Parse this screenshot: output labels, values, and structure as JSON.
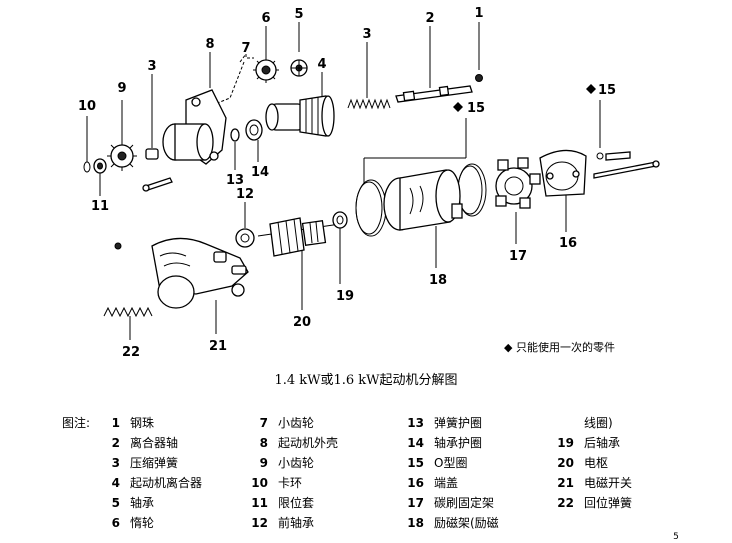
{
  "callouts": {
    "c1": "1",
    "c2": "2",
    "c3a": "3",
    "c3b": "3",
    "c4": "4",
    "c5": "5",
    "c6": "6",
    "c7": "7",
    "c8": "8",
    "c9": "9",
    "c10": "10",
    "c11": "11",
    "c12": "12",
    "c13": "13",
    "c14": "14",
    "c15a": "15",
    "c15b": "15",
    "c16": "16",
    "c17": "17",
    "c18": "18",
    "c19": "19",
    "c20": "20",
    "c21": "21",
    "c22": "22"
  },
  "note": "◆ 只能使用一次的零件",
  "caption": "1.4 kW或1.6 kW起动机分解图",
  "legend": {
    "title": "图注:",
    "items": [
      {
        "num": "1",
        "name": "钢珠"
      },
      {
        "num": "2",
        "name": "离合器轴"
      },
      {
        "num": "3",
        "name": "压缩弹簧"
      },
      {
        "num": "4",
        "name": "起动机离合器"
      },
      {
        "num": "5",
        "name": "轴承"
      },
      {
        "num": "6",
        "name": "惰轮"
      },
      {
        "num": "7",
        "name": "小齿轮"
      },
      {
        "num": "8",
        "name": "起动机外壳"
      },
      {
        "num": "9",
        "name": "小齿轮"
      },
      {
        "num": "10",
        "name": "卡环"
      },
      {
        "num": "11",
        "name": "限位套"
      },
      {
        "num": "12",
        "name": "前轴承"
      },
      {
        "num": "13",
        "name": "弹簧护圈"
      },
      {
        "num": "14",
        "name": "轴承护圈"
      },
      {
        "num": "15",
        "name": "O型圈"
      },
      {
        "num": "16",
        "name": "端盖"
      },
      {
        "num": "17",
        "name": "碳刷固定架"
      },
      {
        "num": "18",
        "name": "励磁架(励磁"
      },
      {
        "num": "",
        "name": "线圈)"
      },
      {
        "num": "19",
        "name": "后轴承"
      },
      {
        "num": "20",
        "name": "电枢"
      },
      {
        "num": "21",
        "name": "电磁开关"
      },
      {
        "num": "22",
        "name": "回位弹簧"
      }
    ]
  },
  "corner_mark": "5"
}
